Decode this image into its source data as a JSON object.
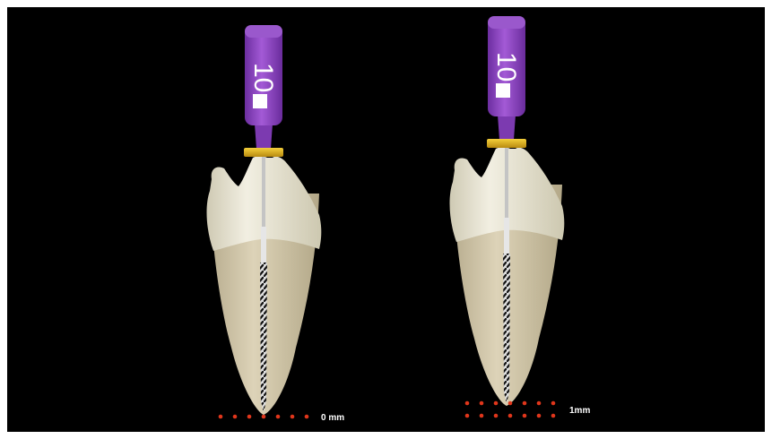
{
  "figures": [
    {
      "id": "left",
      "file_size": "10",
      "measurement_label": "0 mm"
    },
    {
      "id": "right",
      "file_size": "10",
      "measurement_label": "1mm"
    }
  ],
  "colors": {
    "background": "#000000",
    "handle": "#8e45c2",
    "stopper": "#e0b51a",
    "crown": "#e9e5d2",
    "root": "#d6ccb0",
    "file_shaft": "#b9b9b9",
    "dots": "#e0361b",
    "label": "#ffffff"
  }
}
